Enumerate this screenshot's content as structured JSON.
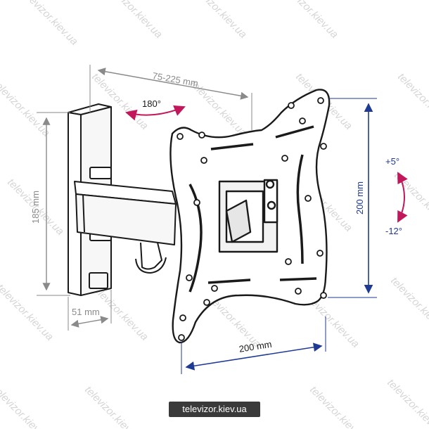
{
  "watermark": {
    "text": "televizor.kiev.ua"
  },
  "badge": {
    "text": "televizor.kiev.ua"
  },
  "dimensions": {
    "arm_extension": "75-225 mm",
    "swivel": "180°",
    "wall_plate_height": "185 mm",
    "wall_plate_width": "51 mm",
    "vesa_height": "200 mm",
    "vesa_width": "200 mm",
    "tilt_up": "+5°",
    "tilt_down": "-12°"
  },
  "colors": {
    "accent": "#c2185b",
    "dimension_line": "#1f3a93",
    "dimension_gray": "#8a8a8a",
    "outline": "#1a1a1a"
  }
}
